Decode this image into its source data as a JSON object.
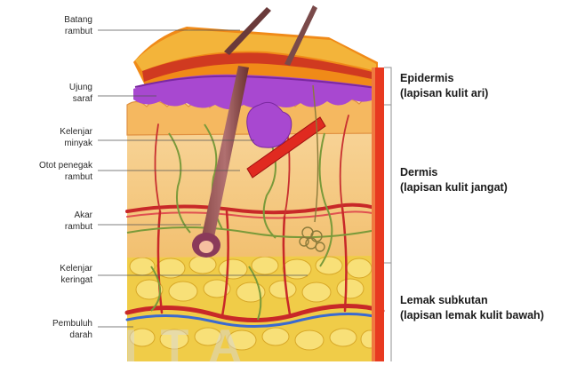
{
  "diagram": {
    "left_labels": [
      {
        "id": "batang",
        "line1": "Batang",
        "line2": "rambut"
      },
      {
        "id": "ujung",
        "line1": "Ujung",
        "line2": "saraf"
      },
      {
        "id": "kelenjar-minyak",
        "line1": "Kelenjar",
        "line2": "minyak"
      },
      {
        "id": "otot",
        "line1": "Otot penegak",
        "line2": "rambut"
      },
      {
        "id": "akar",
        "line1": "Akar",
        "line2": "rambut"
      },
      {
        "id": "kelenjar-keringat",
        "line1": "Kelenjar",
        "line2": "keringat"
      },
      {
        "id": "pembuluh",
        "line1": "Pembuluh",
        "line2": "darah"
      }
    ],
    "layers": [
      {
        "id": "epidermis",
        "title": "Epidermis",
        "subtitle": "(lapisan kulit ari)"
      },
      {
        "id": "dermis",
        "title": "Dermis",
        "subtitle": "(lapisan kulit jangat)"
      },
      {
        "id": "lemak",
        "title": "Lemak subkutan",
        "subtitle": "(lapisan lemak kulit bawah)"
      }
    ],
    "colors": {
      "epidermis_orange": "#f08a18",
      "epidermis_purple": "#a040c8",
      "dermis": "#f6c878",
      "fat": "#f2d050",
      "artery": "#d02828",
      "nerve": "#7a9a3a",
      "hair": "#6a3a3a",
      "bracket": "#909090"
    }
  }
}
